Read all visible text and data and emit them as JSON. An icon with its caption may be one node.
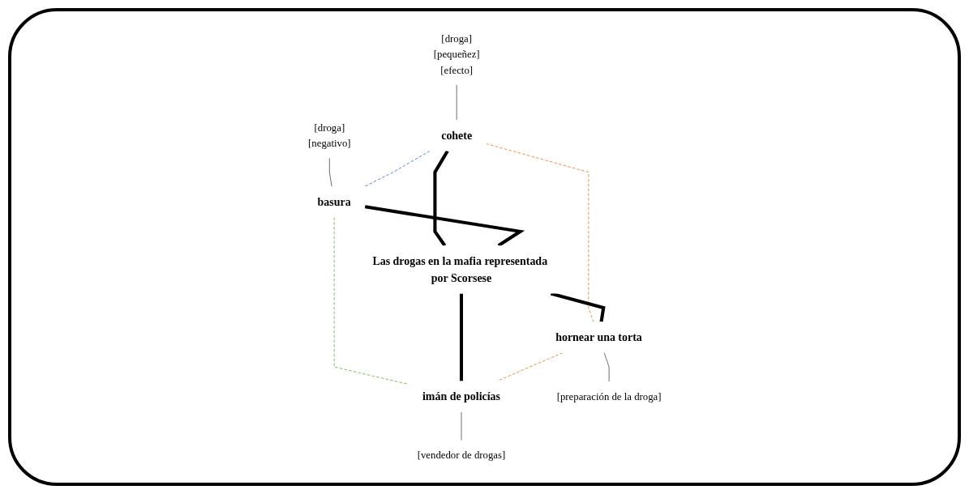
{
  "diagram": {
    "nodes": [
      {
        "text": [
          "[droga]",
          "[pequeñez]",
          "[efecto]"
        ]
      },
      {
        "text": [
          "cohete"
        ]
      },
      {
        "text": [
          "[droga]",
          "[negativo]"
        ]
      },
      {
        "text": [
          "basura"
        ]
      },
      {
        "text": [
          "Las drogas en la mafia representada por Scorsese"
        ]
      },
      {
        "text": [
          "hornear una torta"
        ]
      },
      {
        "text": [
          "imán de policías"
        ]
      },
      {
        "text": [
          "[preparación de la droga]"
        ]
      },
      {
        "text": [
          "[vendedor de drogas]"
        ]
      }
    ],
    "edges": [
      {
        "from": 0,
        "to": 1,
        "arrow": "none"
      },
      {
        "from": 2,
        "to": 3,
        "arrow": "none"
      },
      {
        "from": 1,
        "to": 4,
        "arrow": "none",
        "style": "thick"
      },
      {
        "from": 3,
        "to": 4,
        "arrow": "none",
        "style": "thick"
      },
      {
        "from": 1,
        "to": 3,
        "arrow": "none",
        "style": "dashed",
        "color": "#4472c4"
      },
      {
        "from": 1,
        "to": 5,
        "arrow": "none",
        "style": "dashed",
        "color": "#ed7d31"
      },
      {
        "from": 3,
        "to": 6,
        "arrow": "none",
        "style": "dashed",
        "color": "#70ad47"
      },
      {
        "from": 4,
        "to": 5,
        "arrow": "none",
        "style": "thick"
      },
      {
        "from": 4,
        "to": 6,
        "arrow": "none",
        "style": "thick"
      },
      {
        "from": 5,
        "to": 6,
        "arrow": "none",
        "style": "dashed",
        "color": "#ed7d31"
      },
      {
        "from": 5,
        "to": 7,
        "arrow": "none"
      },
      {
        "from": 6,
        "to": 8,
        "arrow": "none"
      }
    ]
  }
}
